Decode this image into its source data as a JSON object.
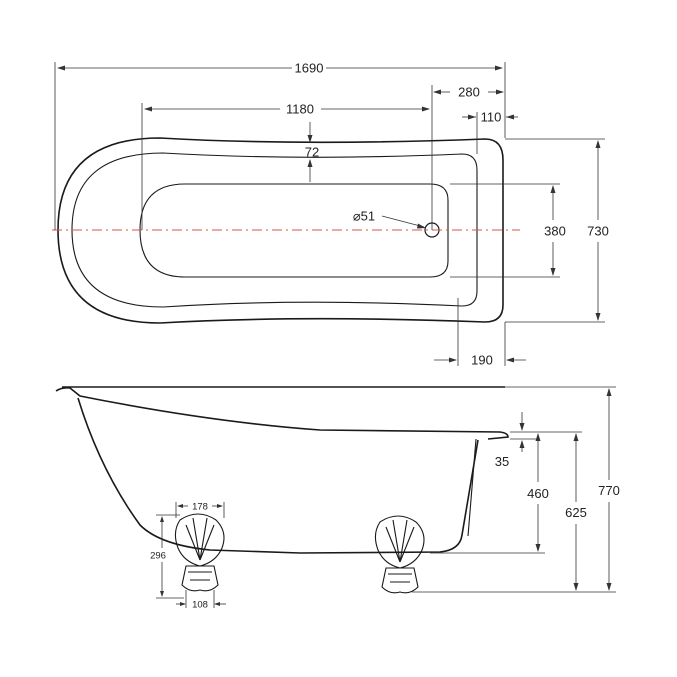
{
  "diagram": {
    "top_view": {
      "overall_length": "1690",
      "basin_length": "1180",
      "end_offset_outer": "280",
      "end_offset_rim": "110",
      "rim_width": "72",
      "waste_diameter": "⌀51",
      "basin_width": "380",
      "overall_width": "730",
      "end_offset_inner": "190"
    },
    "side_view": {
      "rim_step": "35",
      "floor_height": "460",
      "rim_height": "625",
      "overall_height": "770"
    },
    "foot": {
      "width": "178",
      "height": "296",
      "base_width": "108"
    },
    "colors": {
      "outline": "#1a1a1a",
      "center_axis": "#d9534f",
      "text": "#222222"
    }
  }
}
